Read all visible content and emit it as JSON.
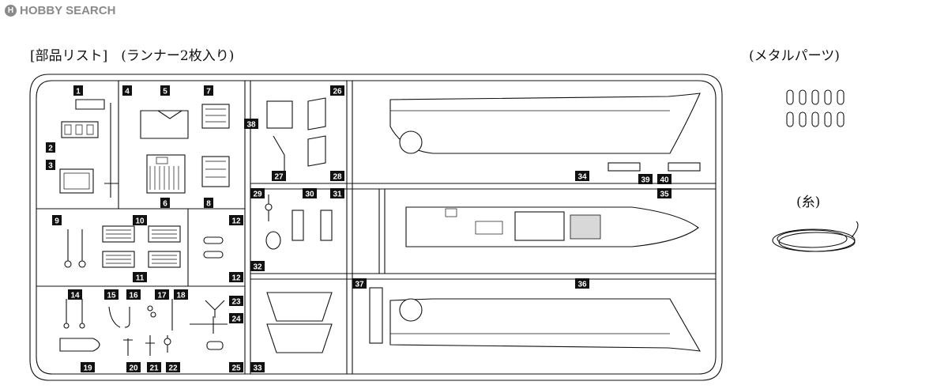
{
  "brand": {
    "mark": "H",
    "name": "HOBBY SEARCH"
  },
  "headings": {
    "parts_list": "[部品リスト]　(ランナー2枚入り)",
    "metal_parts": "(メタルパーツ)",
    "thread": "(糸)"
  },
  "part_numbers": [
    "1",
    "2",
    "3",
    "4",
    "5",
    "6",
    "7",
    "8",
    "9",
    "10",
    "11",
    "12",
    "12",
    "14",
    "15",
    "16",
    "17",
    "18",
    "19",
    "20",
    "21",
    "22",
    "23",
    "24",
    "25",
    "26",
    "27",
    "28",
    "29",
    "30",
    "31",
    "32",
    "33",
    "34",
    "35",
    "36",
    "37",
    "38",
    "39",
    "40"
  ]
}
